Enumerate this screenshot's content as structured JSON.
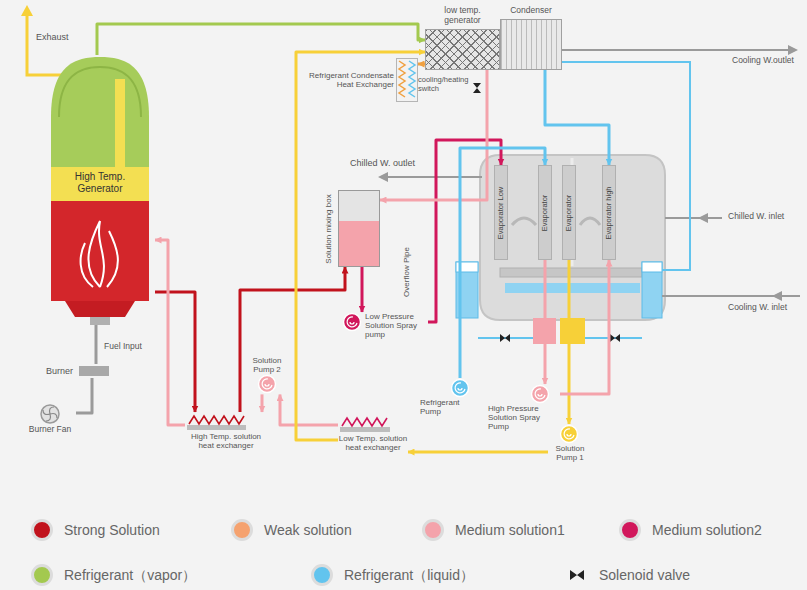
{
  "diagram": {
    "nodes": [
      {
        "text": [
          "High Temp. Generator"
        ]
      },
      {
        "text": [
          "Burner"
        ]
      },
      {
        "text": [
          "Burner Fan"
        ]
      },
      {
        "text": [
          "low temp. generator"
        ]
      },
      {
        "text": [
          "Condenser"
        ]
      },
      {
        "text": [
          "Refrigerant Condensate Heat Exchanger"
        ]
      },
      {
        "text": [
          "Solution mixing box"
        ]
      },
      {
        "text": [
          "Evaporator Low"
        ]
      },
      {
        "text": [
          "Evaporator"
        ]
      },
      {
        "text": [
          "Evaporator"
        ]
      },
      {
        "text": [
          "Evaporator high"
        ]
      },
      {
        "text": [
          "Low Pressure Solution Spray pump"
        ]
      },
      {
        "text": [
          "Solution Pump 2"
        ]
      },
      {
        "text": [
          "Refrigerant Pump"
        ]
      },
      {
        "text": [
          "High Pressure Solution Spray Pump"
        ]
      },
      {
        "text": [
          "Solution Pump 1"
        ]
      },
      {
        "text": [
          "High Temp. solution heat exchanger"
        ]
      },
      {
        "text": [
          "Low Temp. solution heat exchanger"
        ]
      }
    ],
    "edges": [
      {
        "from": 2,
        "to": 1,
        "arrow": "none"
      },
      {
        "from": 1,
        "to": 0,
        "arrow": "none"
      },
      {
        "from": 0,
        "to": 3,
        "arrow": "to"
      },
      {
        "from": 0,
        "to": 16,
        "arrow": "to"
      },
      {
        "from": 16,
        "to": 6,
        "arrow": "to"
      },
      {
        "from": 12,
        "to": 16,
        "arrow": "to"
      },
      {
        "from": 16,
        "to": 0,
        "arrow": "to"
      },
      {
        "from": 17,
        "to": 12,
        "arrow": "to"
      },
      {
        "from": 6,
        "to": 11,
        "arrow": "to"
      },
      {
        "from": 11,
        "to": 7,
        "arrow": "to"
      },
      {
        "from": 15,
        "to": 17,
        "arrow": "to"
      },
      {
        "from": 17,
        "to": 3,
        "arrow": "to"
      },
      {
        "from": 3,
        "to": 6,
        "arrow": "to"
      },
      {
        "from": 4,
        "to": 10,
        "arrow": "to"
      },
      {
        "from": 13,
        "to": 8,
        "arrow": "to"
      },
      {
        "from": 9,
        "to": 15,
        "arrow": "to"
      },
      {
        "from": 8,
        "to": 14,
        "arrow": "to"
      },
      {
        "from": 14,
        "to": 10,
        "arrow": "to"
      },
      {
        "from": 3,
        "to": 5,
        "arrow": "to"
      }
    ],
    "labels": [
      "Exhaust",
      "Fuel Input",
      "cooling/heating switch",
      "Cooling W.outlet",
      "Chilled W. outlet",
      "Chilled W. inlet",
      "Overflow Pipe",
      "Cooling W. inlet"
    ],
    "legend": [
      {
        "text": "Strong Solution",
        "color": "#c1121c"
      },
      {
        "text": "Weak solution",
        "color": "#f5a26f"
      },
      {
        "text": "Medium solution1",
        "color": "#f4a3ab"
      },
      {
        "text": "Medium solution2",
        "color": "#d1175b"
      },
      {
        "text": "Refrigerant（vapor）",
        "color": "#a3c94f"
      },
      {
        "text": "Refrigerant（liquid）",
        "color": "#62c4ee"
      },
      {
        "text": "Solenoid valve"
      }
    ]
  }
}
